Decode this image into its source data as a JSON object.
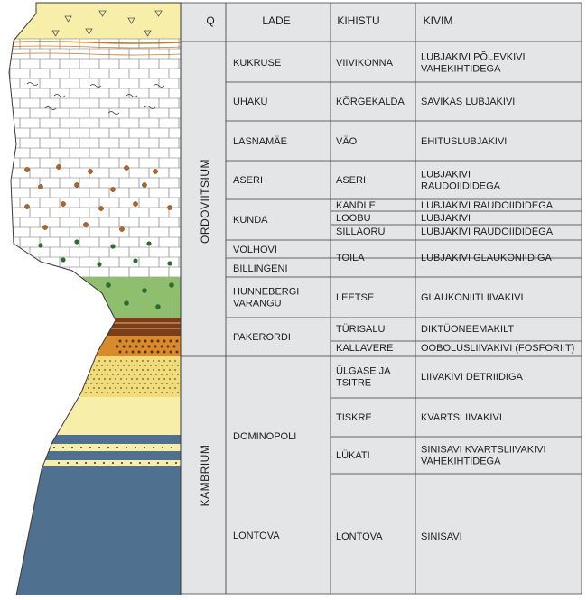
{
  "headers": {
    "q": "Q",
    "lade": "LADE",
    "kihistu": "KIHISTU",
    "kivim": "KIVIM"
  },
  "systems": {
    "ordovician": "ORDOVIITSIUM",
    "cambrian": "KAMBRIUM"
  },
  "lade": [
    {
      "lines": [
        "KUKRUSE"
      ]
    },
    {
      "lines": [
        "UHAKU"
      ]
    },
    {
      "lines": [
        "LASNAMÄE"
      ]
    },
    {
      "lines": [
        "ASERI"
      ]
    },
    {
      "lines": [
        "KUNDA"
      ]
    },
    {
      "lines": [
        "VOLHOVI"
      ]
    },
    {
      "lines": [
        "BILLINGENI"
      ]
    },
    {
      "lines": [
        "HUNNEBERGI",
        "VARANGU"
      ]
    },
    {
      "lines": [
        "PAKERORDI"
      ]
    },
    {
      "lines": [
        "DOMINOPOLI"
      ]
    },
    {
      "lines": [
        "LONTOVA"
      ]
    }
  ],
  "kihistu": [
    {
      "lines": [
        "VIIVIKONNA"
      ]
    },
    {
      "lines": [
        "KÕRGEKALDA"
      ]
    },
    {
      "lines": [
        "VÄO"
      ]
    },
    {
      "lines": [
        "ASERI"
      ]
    },
    {
      "lines": [
        "KANDLE"
      ]
    },
    {
      "lines": [
        "LOOBU"
      ]
    },
    {
      "lines": [
        "SILLAORU"
      ]
    },
    {
      "lines": [
        "TOILA"
      ]
    },
    {
      "lines": [
        "LEETSE"
      ]
    },
    {
      "lines": [
        "TÜRISALU"
      ]
    },
    {
      "lines": [
        "KALLAVERE"
      ]
    },
    {
      "lines": [
        "ÜLGASE JA",
        "TSITRE"
      ]
    },
    {
      "lines": [
        "TISKRE"
      ]
    },
    {
      "lines": [
        "LÜKATI"
      ]
    },
    {
      "lines": [
        "LONTOVA"
      ]
    }
  ],
  "kivim": [
    {
      "lines": [
        "LUBJAKIVI PÕLEVKIVI",
        "VAHEKIHTIDEGA"
      ]
    },
    {
      "lines": [
        "SAVIKAS LUBJAKIVI"
      ]
    },
    {
      "lines": [
        "EHITUSLUBJAKIVI"
      ]
    },
    {
      "lines": [
        "LUBJAKIVI",
        "RAUDOIIDIDEGA"
      ]
    },
    {
      "lines": [
        "LUBJAKIVI RAUDOIIDIDEGA"
      ]
    },
    {
      "lines": [
        "LUBJAKIVI"
      ]
    },
    {
      "lines": [
        "LUBJAKIVI RAUDOIIDIDEGA"
      ]
    },
    {
      "lines": [
        "LUBJAKIVI GLAUKONIIDIGA"
      ]
    },
    {
      "lines": [
        "GLAUKONIITLIIVAKIVI"
      ]
    },
    {
      "lines": [
        "DIKTÜONEEMAKILT"
      ]
    },
    {
      "lines": [
        "OOBOLUSLIIVAKIVI (FOSFORIIT)"
      ]
    },
    {
      "lines": [
        "LIIVAKIVI DETRIIDIGA"
      ]
    },
    {
      "lines": [
        "KVARTSLIIVAKIVI"
      ]
    },
    {
      "lines": [
        "SINISAVI KVARTSLIIVAKIVI",
        "VAHEKIHTIDEGA"
      ]
    },
    {
      "lines": [
        "SINISAVI"
      ]
    }
  ],
  "colors": {
    "table_bg": "#e4e5e6",
    "line": "#3a3a3a",
    "quaternary": "#f7eeaa",
    "limestone": "#ffffff",
    "limestone_lines": "#6a6a6a",
    "oil_shale_band": "#c47a2c",
    "iron_ooids": "#b5651d",
    "glauconite_dots": "#2f6b2f",
    "glauconite_sand": "#8fbe6e",
    "dictyonema_shale": "#7a3e1c",
    "dictyonema_stripe": "#c88a5a",
    "obolus_sand": "#d98a2a",
    "sandstone": "#f0dc7c",
    "sandstone_dots": "#6b5a10",
    "blue_clay": "#4f708f",
    "siltstone_band": "#4f708f"
  }
}
